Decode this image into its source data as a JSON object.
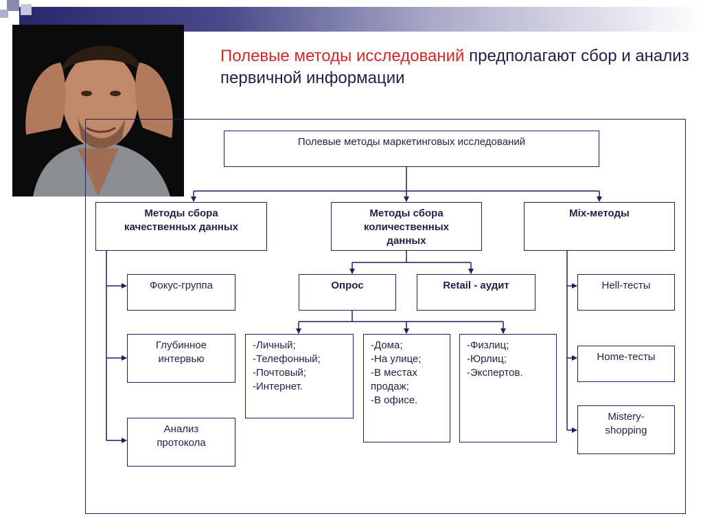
{
  "headline": {
    "accent": "Полевые методы исследований",
    "rest": " предполагают сбор и анализ первичной информации"
  },
  "diagram": {
    "root": "Полевые методы  маркетинговых исследований",
    "qual": "Методы сбора\nкачественных данных",
    "quant": "Методы сбора\nколичественных\nданных",
    "mix": "Mix-методы",
    "focus": "Фокус-группа",
    "deep": "Глубинное\nинтервью",
    "protocol": "Анализ\nпротокола",
    "survey": "Опрос",
    "retail": "Retail - аудит",
    "list1": "-Личный;\n-Телефонный;\n-Почтовый;\n-Интернет.",
    "list2": "-Дома;\n-На улице;\n-В местах\nпродаж;\n-В офисе.",
    "list3": "-Физлиц;\n-Юрлиц;\n-Экспертов.",
    "hall": "Hell-тесты",
    "home": "Home-тесты",
    "mistery": "Mistery-\nshopping"
  },
  "colors": {
    "accent": "#d22828",
    "text": "#1f1f4a",
    "line": "#1f1f5a"
  },
  "icons": {
    "photo": "man-holding-head-photo"
  }
}
